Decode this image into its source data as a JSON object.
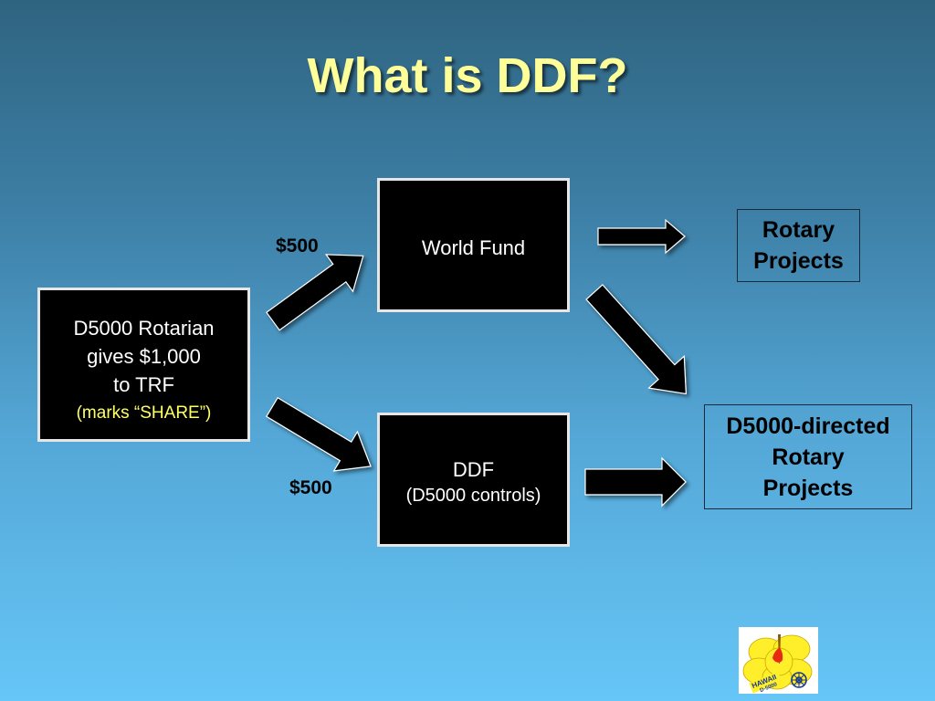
{
  "title": "What is DDF?",
  "rotarian_box": {
    "line1": "D5000 Rotarian",
    "line2": "gives $1,000",
    "line3": "to TRF",
    "note": "(marks “SHARE”)"
  },
  "world_fund_box": {
    "label": "World Fund"
  },
  "ddf_box": {
    "label": "DDF",
    "sublabel": "(D5000 controls)"
  },
  "rotary_projects_box": {
    "line1": "Rotary",
    "line2": "Projects"
  },
  "directed_projects_box": {
    "line1": "D5000-directed",
    "line2": "Rotary",
    "line3": "Projects"
  },
  "amount_top": "$500",
  "amount_bottom": "$500",
  "logo": {
    "text1": "HAWAII",
    "text2": "D-5000",
    "icon": "hibiscus-rotary-logo"
  },
  "colors": {
    "title": "#ffff99",
    "note": "#ffff66",
    "box_fill": "#000000",
    "background_top": "#2f6480",
    "background_bottom": "#66c6f7"
  }
}
